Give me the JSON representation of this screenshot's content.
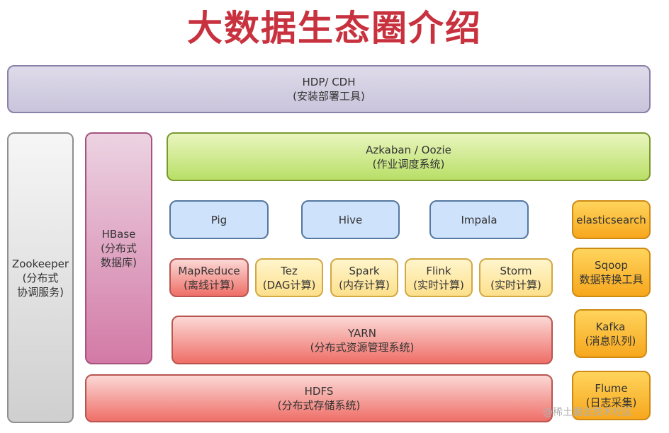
{
  "title": "大数据生态圈介绍",
  "hdp": {
    "name": "HDP/ CDH",
    "desc": "(安装部署工具)"
  },
  "zookeeper": {
    "name": "Zookeeper",
    "line2": "(分布式",
    "line3": "协调服务)"
  },
  "hbase": {
    "name": "HBase",
    "line2": "(分布式",
    "line3": "数据库)"
  },
  "azkaban": {
    "name": "Azkaban / Oozie",
    "desc": "(作业调度系统)"
  },
  "query": {
    "pig": "Pig",
    "hive": "Hive",
    "impala": "Impala"
  },
  "compute": {
    "mapreduce": {
      "name": "MapReduce",
      "desc": "(离线计算)"
    },
    "tez": {
      "name": "Tez",
      "desc": "(DAG计算)"
    },
    "spark": {
      "name": "Spark",
      "desc": "(内存计算)"
    },
    "flink": {
      "name": "Flink",
      "desc": "(实时计算)"
    },
    "storm": {
      "name": "Storm",
      "desc": "(实时计算)"
    }
  },
  "yarn": {
    "name": "YARN",
    "desc": "(分布式资源管理系统)"
  },
  "hdfs": {
    "name": "HDFS",
    "desc": "(分布式存储系统)"
  },
  "side": {
    "elasticsearch": "elasticsearch",
    "sqoop": {
      "name": "Sqoop",
      "desc": "数据转换工具"
    },
    "kafka": {
      "name": "Kafka",
      "desc": "(消息队列)"
    },
    "flume": {
      "name": "Flume",
      "desc": "(日志采集)"
    }
  },
  "watermark": "@稀土掘金技术社区"
}
